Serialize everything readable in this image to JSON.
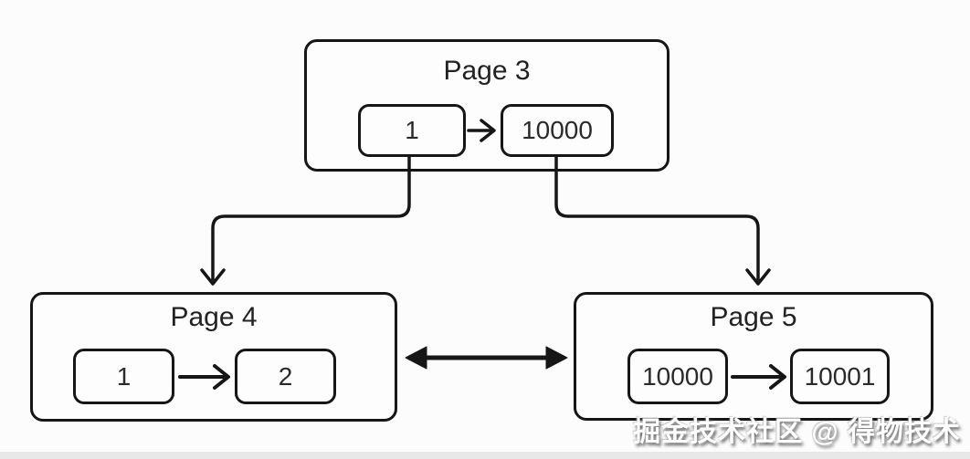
{
  "diagram": {
    "type": "btree-page-link-diagram",
    "pages": [
      {
        "title": "Page 3",
        "cells": [
          "1",
          "10000"
        ]
      },
      {
        "title": "Page 4",
        "cells": [
          "1",
          "2"
        ]
      },
      {
        "title": "Page 5",
        "cells": [
          "10000",
          "10001"
        ]
      }
    ],
    "edges": [
      {
        "from": "page3.cell.1",
        "to": "page3.cell.10000",
        "style": "open-arrow-right"
      },
      {
        "from": "page4.cell.1",
        "to": "page4.cell.2",
        "style": "open-arrow-right"
      },
      {
        "from": "page5.cell.10000",
        "to": "page5.cell.10001",
        "style": "open-arrow-right"
      },
      {
        "from": "page3.cell.1",
        "to": "page4",
        "style": "elbow-down-arrow"
      },
      {
        "from": "page3.cell.10000",
        "to": "page5",
        "style": "elbow-down-arrow"
      },
      {
        "from": "page4",
        "to": "page5",
        "style": "double-headed-horizontal"
      }
    ],
    "watermark": "掘金技术社区 @ 得物技术",
    "colors": {
      "stroke": "#161616",
      "background": "#fcfcfc",
      "box_fill": "#fdfdfd",
      "watermark_text": "#ffffff",
      "watermark_shadow": "#8c8c8c",
      "footer_strip": "#e8e8e8"
    }
  }
}
